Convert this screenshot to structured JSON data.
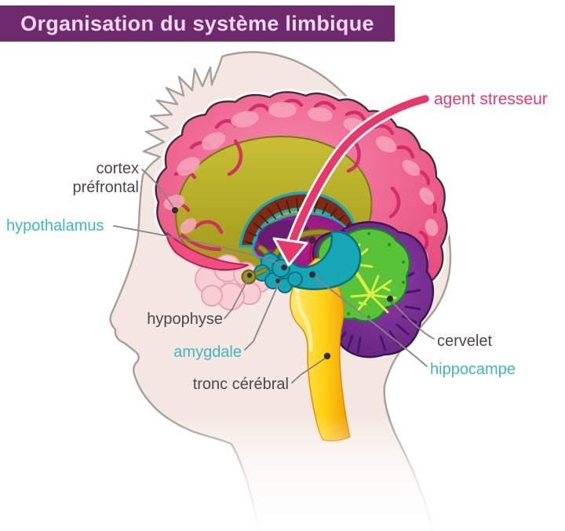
{
  "title_bar": {
    "text": "Organisation du système limbique",
    "background": "#6f2a6e",
    "text_color": "#f2d9f1"
  },
  "labels": {
    "agent_stresseur": {
      "text": "agent stresseur",
      "color": "#e8386b"
    },
    "cortex_prefrontal": {
      "line1": "cortex",
      "line2": "préfrontal",
      "color": "#4d454b"
    },
    "hypothalamus": {
      "text": "hypothalamus",
      "color": "#3fb7bf"
    },
    "hypophyse": {
      "text": "hypophyse",
      "color": "#4d454b"
    },
    "amygdale": {
      "text": "amygdale",
      "color": "#3fb7bf"
    },
    "tronc_cerebral": {
      "text": "tronc cérébral",
      "color": "#4d454b"
    },
    "cervelet": {
      "text": "cervelet",
      "color": "#4d454b"
    },
    "hippocampe": {
      "text": "hippocampe",
      "color": "#3fb7bf"
    }
  },
  "palette": {
    "head_skin": "#f4e7e1",
    "head_outline": "#a59e9b",
    "cortex_pink": "#ec5a88",
    "cortex_highlight": "#f9a6bd",
    "cortex_crease": "#d22765",
    "limbic_olive": "#b9ae27",
    "corpus_callosum_maroon": "#7c2c14",
    "teal_structures": "#17a6b4",
    "thalamus_magenta": "#a5188a",
    "crimson_structure": "#da2a60",
    "brainstem_yellow": "#ffd215",
    "cerebellum_purple": "#7b2f94",
    "cerebellum_green": "#58c238",
    "cerebellum_vein": "#d9ef3f",
    "temporal_light_pink": "#f9ced3",
    "connector_line": "#8a8387",
    "marker_dot": "#342b36"
  }
}
